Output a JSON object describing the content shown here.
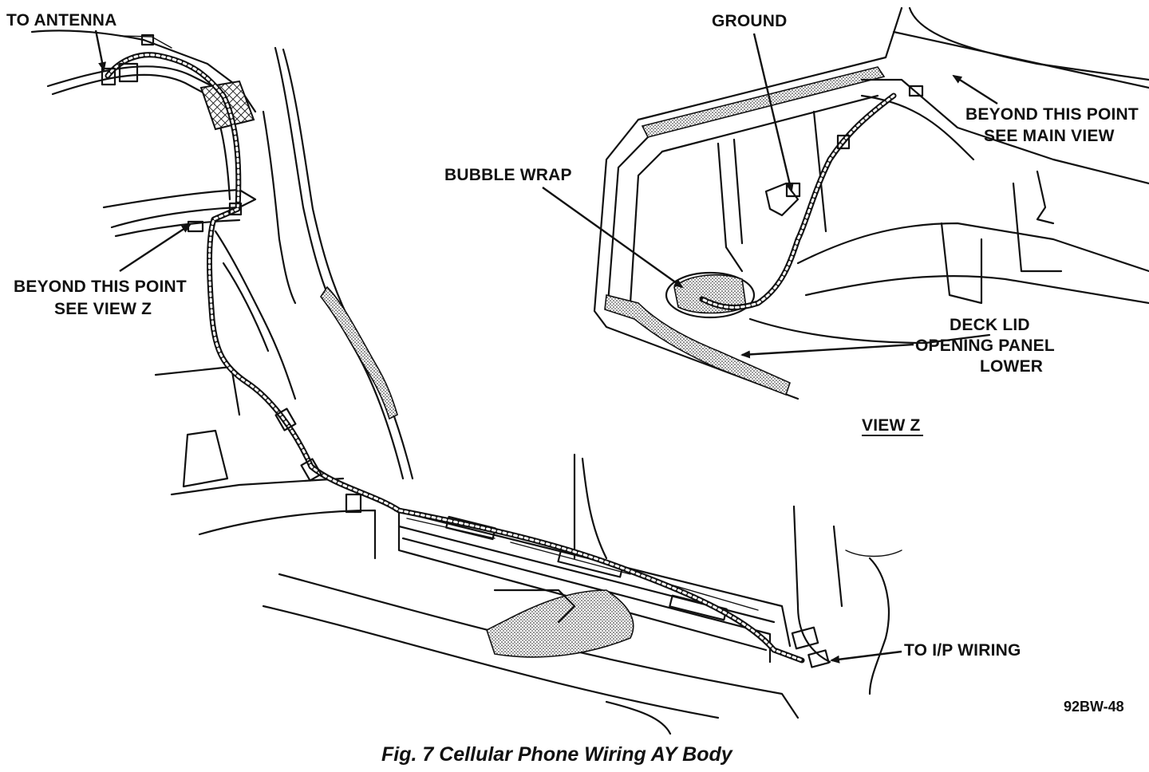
{
  "figure": {
    "caption": "Fig. 7 Cellular Phone Wiring AY Body",
    "code": "92BW-48"
  },
  "labels": {
    "to_antenna": "TO ANTENNA",
    "beyond_view_z_line1": "BEYOND THIS POINT",
    "beyond_view_z_line2": "SEE VIEW Z",
    "ground": "GROUND",
    "beyond_main_line1": "BEYOND THIS POINT",
    "beyond_main_line2": "SEE MAIN VIEW",
    "bubble_wrap": "BUBBLE WRAP",
    "deck_lid_line1": "DECK LID",
    "deck_lid_line2": "OPENING PANEL",
    "deck_lid_line3": "LOWER",
    "view_z": "VIEW Z",
    "to_ip_wiring": "TO I/P WIRING"
  },
  "colors": {
    "ink": "#111111",
    "paper": "#ffffff"
  }
}
